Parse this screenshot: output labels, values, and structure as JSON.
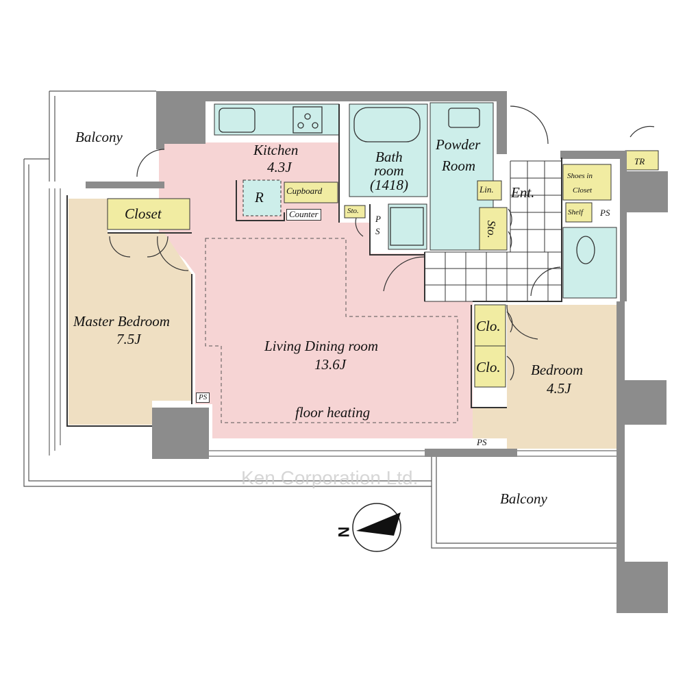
{
  "rooms": {
    "balcony_top": "Balcony",
    "kitchen": {
      "name": "Kitchen",
      "size": "4.3J"
    },
    "refrigerator": "R",
    "cupboard": "Cupboard",
    "counter": "Counter",
    "storage_small": "Sto.",
    "ps_vertical": [
      "P",
      "S"
    ],
    "bath": {
      "name1": "Bath",
      "name2": "room",
      "size": "(1418)"
    },
    "powder": {
      "name1": "Powder",
      "name2": "Room"
    },
    "linen": "Lin.",
    "storage_hall": "Sto.",
    "entrance": "Ent.",
    "shoes_closet": {
      "line1": "Shoes in",
      "line2": "Closet"
    },
    "shelf": "Shelf",
    "ps_entry": "PS",
    "trunk_room": "TR",
    "closet": "Closet",
    "master_bedroom": {
      "name": "Master Bedroom",
      "size": "7.5J"
    },
    "ps_master": "PS",
    "living": {
      "name": "Living Dining room",
      "size": "13.6J",
      "note": "floor heating"
    },
    "clo1": "Clo.",
    "clo2": "Clo.",
    "bedroom": {
      "name": "Bedroom",
      "size": "4.5J"
    },
    "ps_bedroom": "PS",
    "balcony_bottom": "Balcony"
  },
  "compass": {
    "north_label": "N"
  },
  "watermark": "Ken Corporation Ltd.",
  "colors": {
    "living": "#f6d4d4",
    "bedroom": "#efdfc2",
    "wet": "#cdeeea",
    "storage": "#f1eca2",
    "wall": "#8c8c8c"
  }
}
